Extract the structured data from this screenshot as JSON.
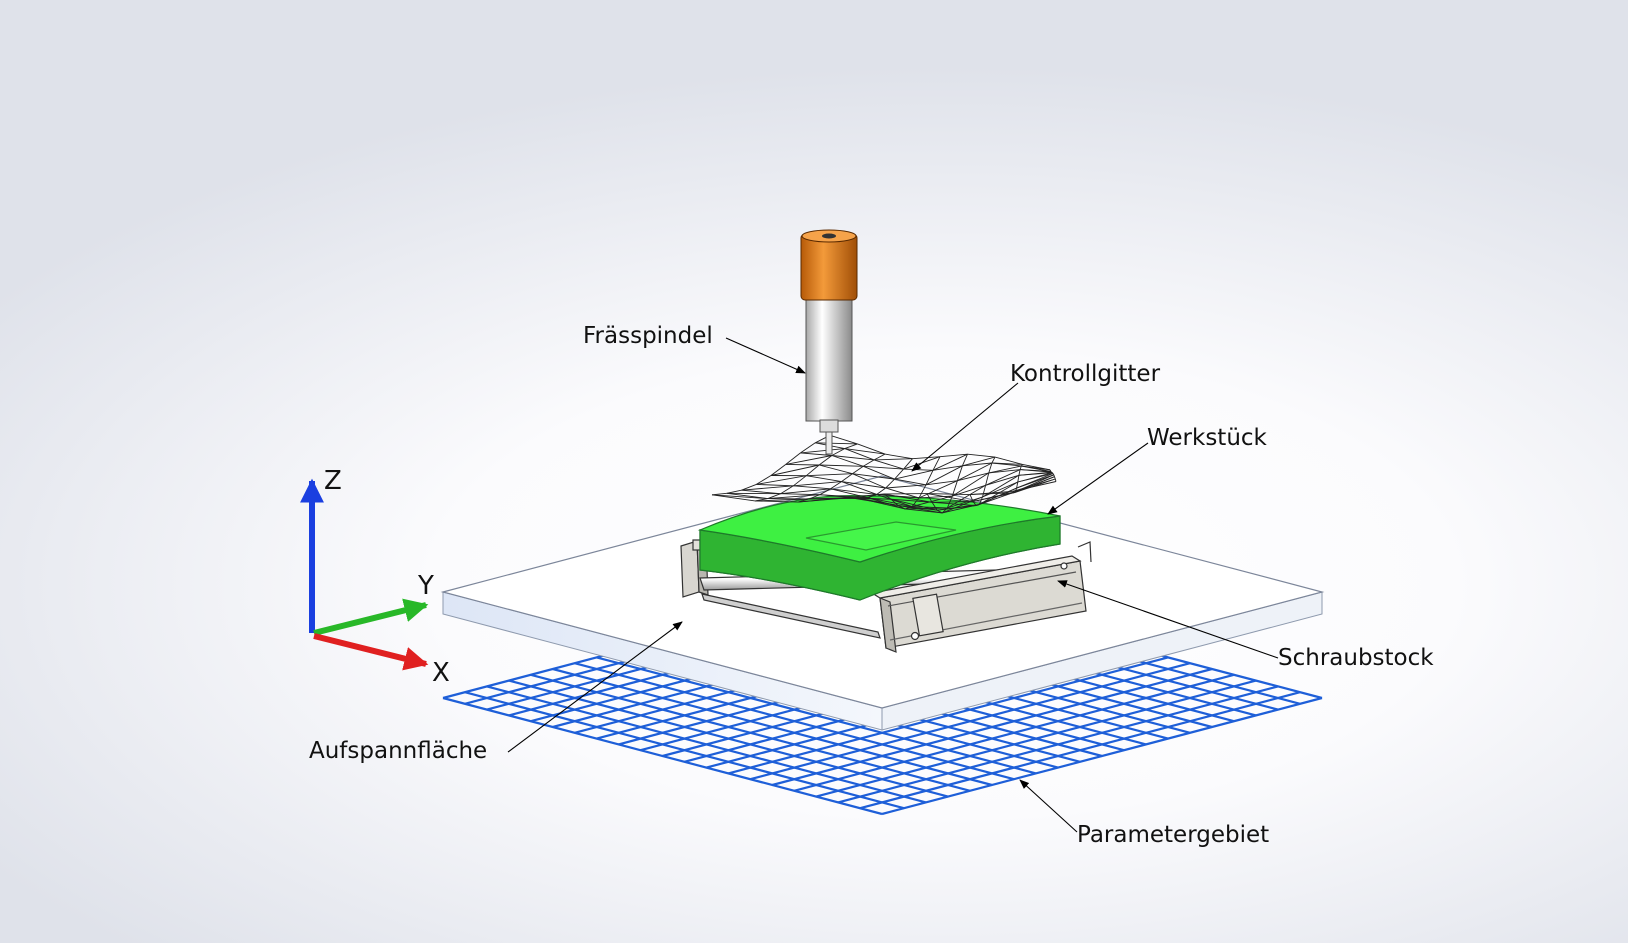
{
  "labels": {
    "spindle": "Frässpindel",
    "control_grid": "Kontrollgitter",
    "workpiece": "Werkstück",
    "vise": "Schraubstock",
    "clamping_surface": "Aufspannfläche",
    "parameter_domain": "Parametergebiet"
  },
  "axes": {
    "x": "X",
    "y": "Y",
    "z": "Z"
  },
  "colors": {
    "spindle_cap": "#e07a16",
    "workpiece": "#37e83a",
    "parameter_grid": "#1e5fd8",
    "axis_x": "#e02020",
    "axis_y": "#28b828",
    "axis_z": "#1a3fe0"
  }
}
